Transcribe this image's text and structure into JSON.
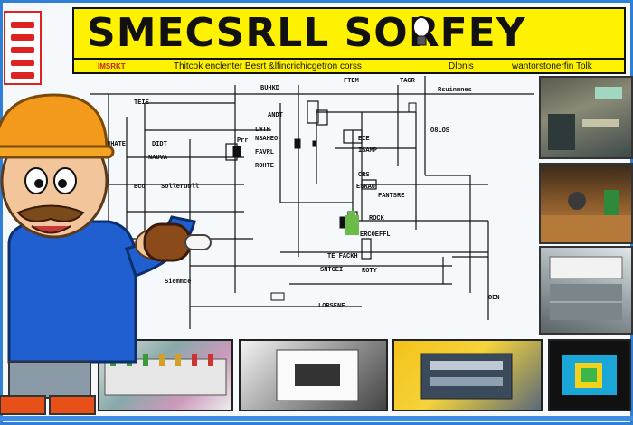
{
  "banner": {
    "title": "SMECSRLL SORFEY",
    "badge": "IMSRKT",
    "subtitle": "Thitcok enclenter Besrt &lfincrichicgetron corss",
    "mid_text": "Dlonis",
    "right_text": "wantorstonerfin Tolk"
  },
  "diagram": {
    "labels": [
      "BUHKD",
      "FTEM",
      "TAGR",
      "Rsuinmnes",
      "TEIE",
      "ANDT",
      "HHATE",
      "DIDT",
      "O8LOS",
      "LWTH",
      "Prr",
      "NSAHEO",
      "FAVRL",
      "NAUVA",
      "EIE",
      "ISAMP",
      "ROHTE",
      "Bco",
      "Solleruoll",
      "ESRAU",
      "CRS",
      "FANTSRE",
      "ROCK",
      "ERCOEFFL",
      "TE FACKH",
      "SNTCEI",
      "ROTY",
      "LORSENE",
      "OEN",
      "Siemmce"
    ]
  },
  "colors": {
    "banner": "#fff200",
    "frame": "#2f7fd6",
    "helmet": "#f39a1c",
    "shirt": "#1f5fd0",
    "logo": "#dd2222"
  }
}
